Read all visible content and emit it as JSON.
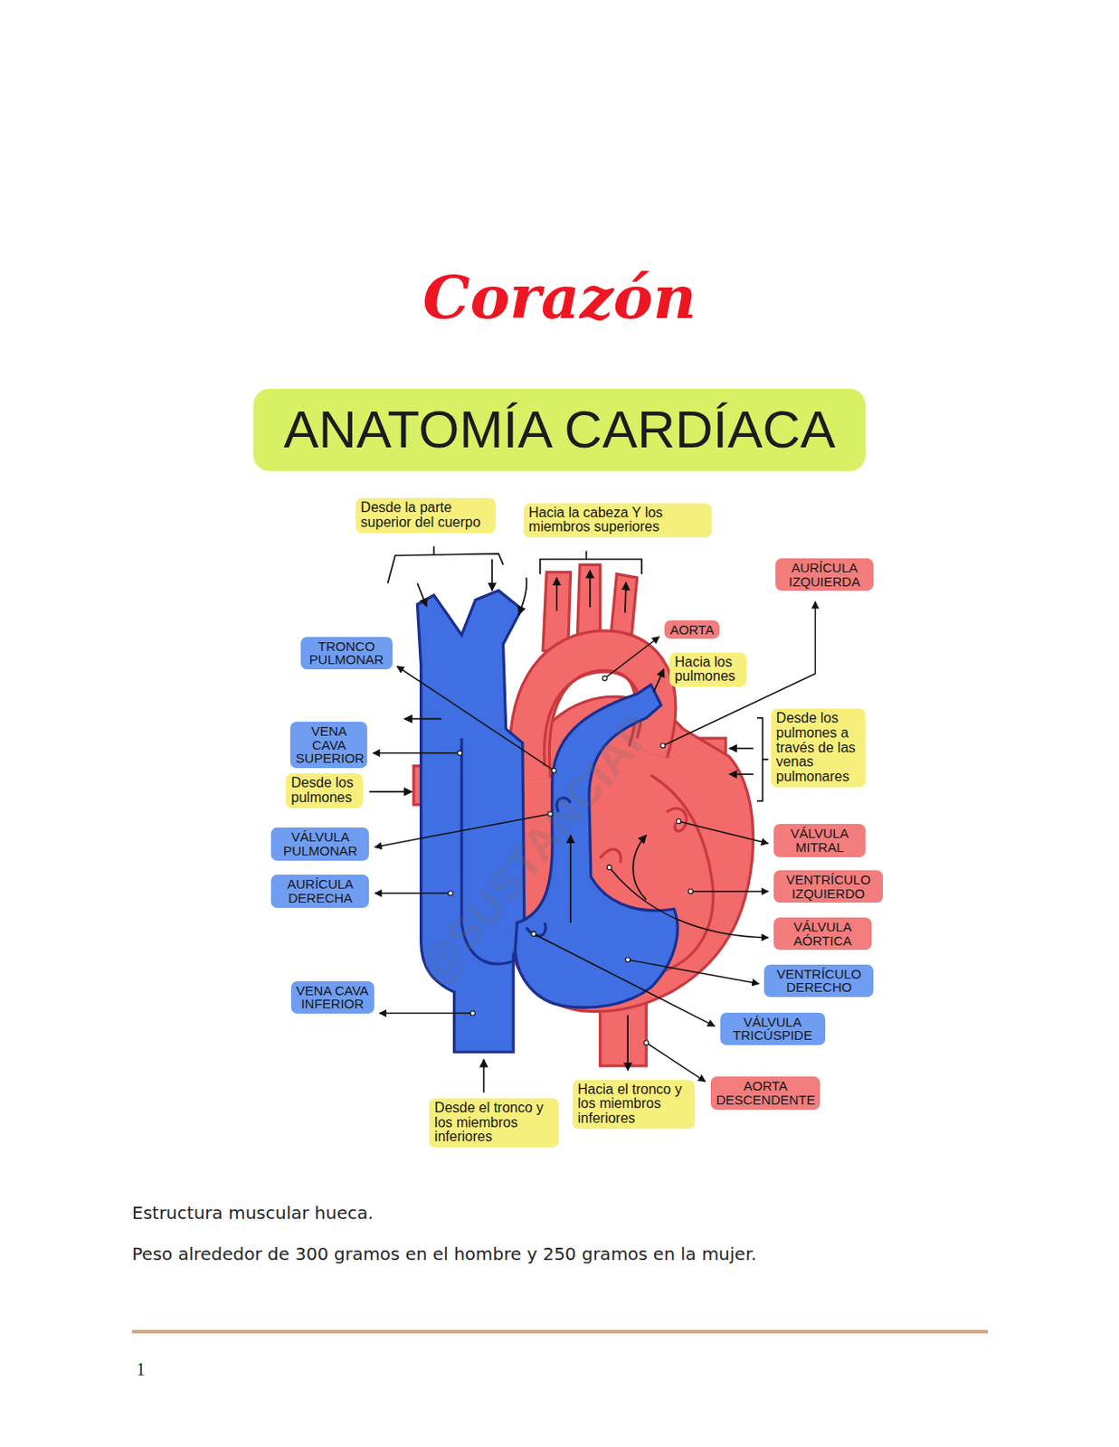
{
  "diagram": {
    "title": "Corazón",
    "nodes": [
      {
        "text": [
          "ANATOMÍA CARDÍACA"
        ]
      },
      {
        "text": [
          "Desde la parte superior del cuerpo"
        ]
      },
      {
        "text": [
          "Hacia la cabeza Y los miembros superiores"
        ]
      },
      {
        "text": [
          "AURÍCULA IZQUIERDA"
        ]
      },
      {
        "text": [
          "AORTA"
        ]
      },
      {
        "text": [
          "TRONCO PULMONAR"
        ]
      },
      {
        "text": [
          "Hacia los pulmones"
        ]
      },
      {
        "text": [
          "Desde los pulmones a través de las venas pulmonares"
        ]
      },
      {
        "text": [
          "VENA CAVA SUPERIOR"
        ]
      },
      {
        "text": [
          "Desde los pulmones"
        ]
      },
      {
        "text": [
          "VÁLVULA MITRAL"
        ]
      },
      {
        "text": [
          "VÁLVULA PULMONAR"
        ]
      },
      {
        "text": [
          "AURÍCULA DERECHA"
        ]
      },
      {
        "text": [
          "VENTRÍCULO IZQUIERDO"
        ]
      },
      {
        "text": [
          "VÁLVULA AÓRTICA"
        ]
      },
      {
        "text": [
          "VENTRÍCULO DERECHO"
        ]
      },
      {
        "text": [
          "VENA CAVA INFERIOR"
        ]
      },
      {
        "text": [
          "VÁLVULA TRICÚSPIDE"
        ]
      },
      {
        "text": [
          "AORTA DESCENDENTE"
        ]
      },
      {
        "text": [
          "Hacia el tronco y los miembros inferiores"
        ]
      },
      {
        "text": [
          "Desde el tronco y los miembros inferiores"
        ]
      }
    ],
    "labels": [
      "Estructura muscular hueca.",
      "Peso alrededor de 300 gramos en el hombre y 250 gramos en la mujer.",
      "1",
      "@SUSTANCIAP"
    ]
  }
}
